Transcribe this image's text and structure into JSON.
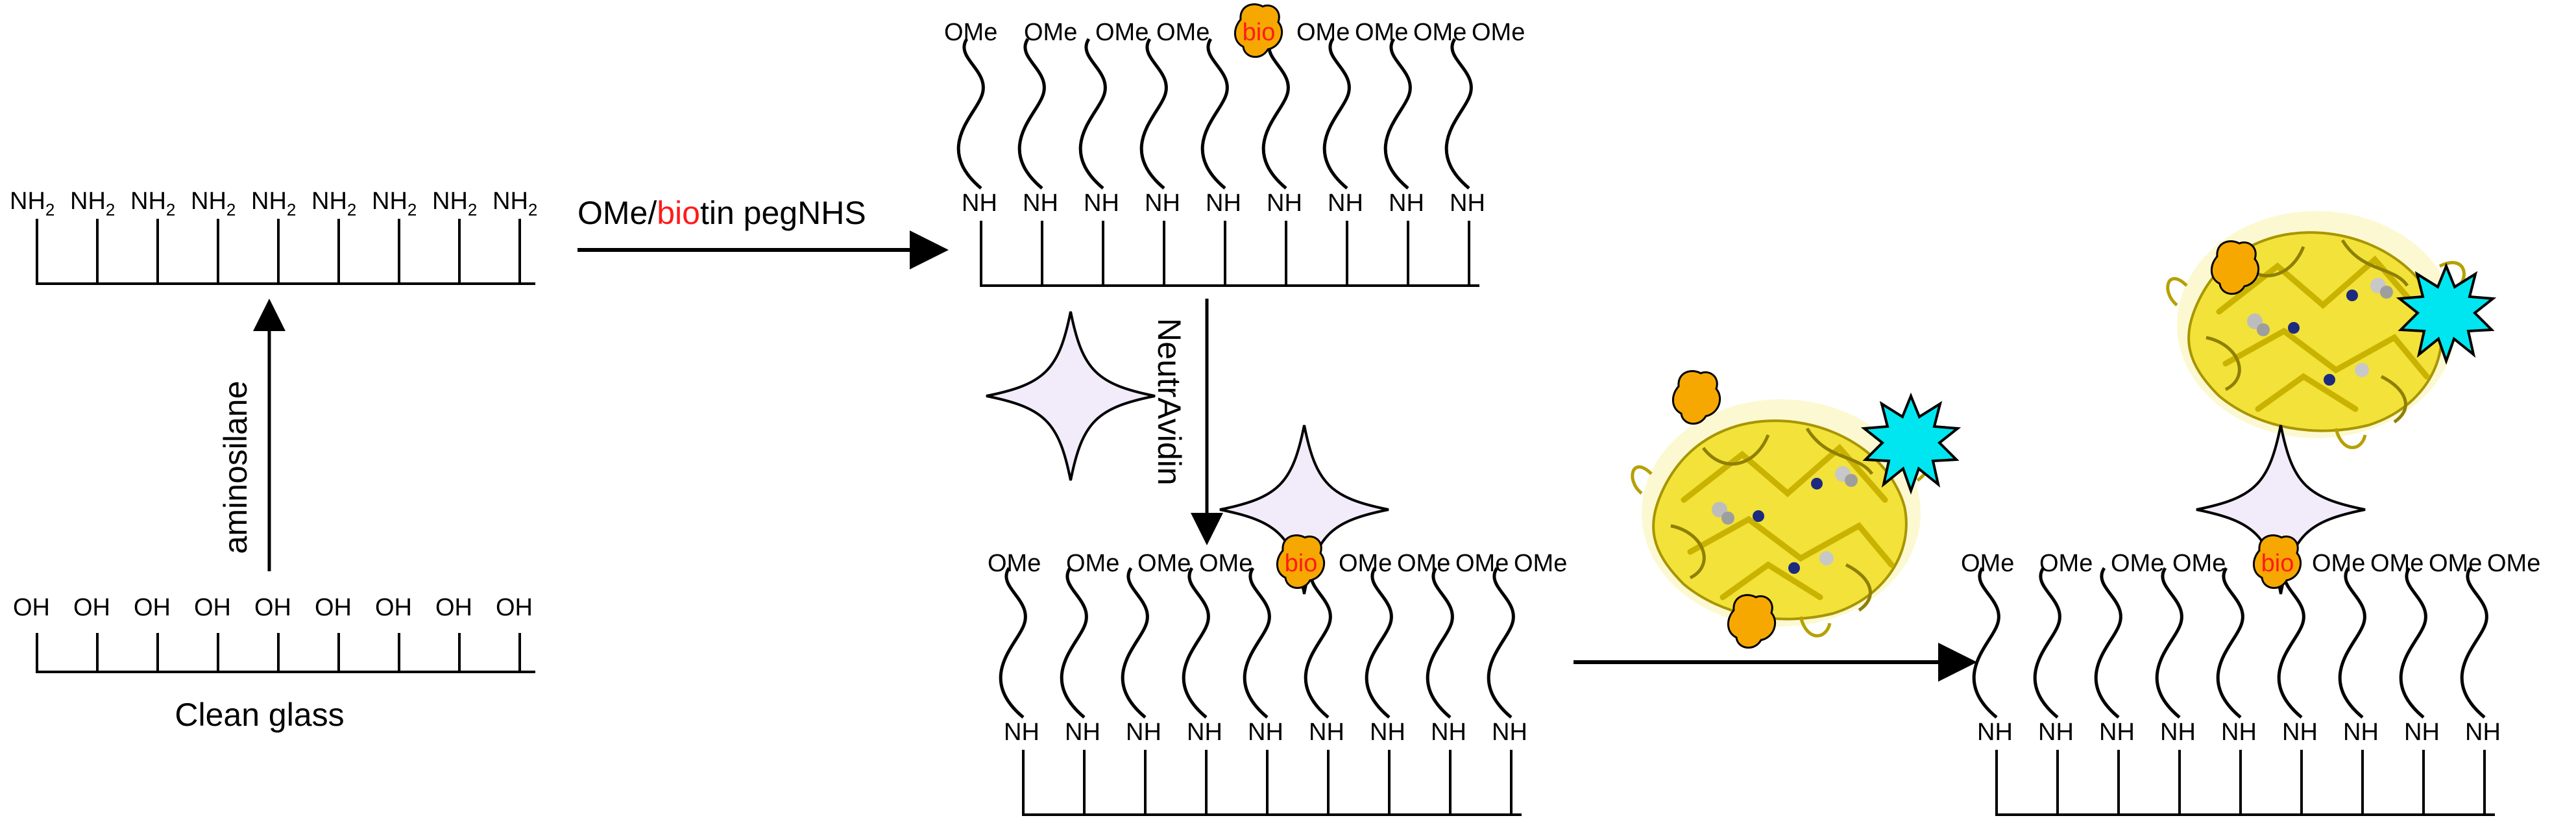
{
  "labels": {
    "clean_glass": "Clean glass",
    "aminosilane": "aminosilane",
    "step2_ome": "OMe/",
    "step2_bio": "bio",
    "step2_rest": "tin pegNHS",
    "neutravidin": "NeutrAvidin"
  },
  "groups": {
    "oh": "OH",
    "nh2_base": "NH",
    "nh2_sub": "2",
    "nh": "NH",
    "ome": "OMe",
    "biotin_tag": "bio"
  },
  "colors": {
    "biotin_fill": "#f7a800",
    "biotin_text": "#ff1a1a",
    "neutravidin_fill": "#f2ecfa",
    "dye_fill": "#00e6f0",
    "protein_yellow": "#f2e23a",
    "protein_dark": "#b7a300",
    "line": "#000000"
  }
}
